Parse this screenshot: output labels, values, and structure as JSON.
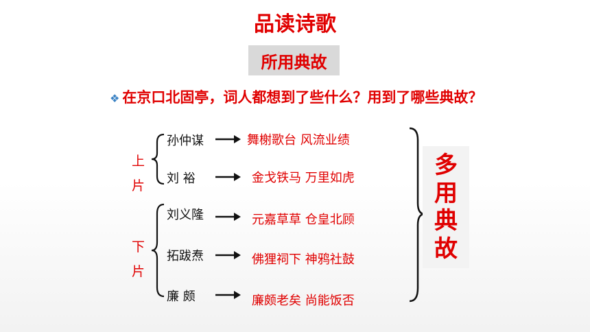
{
  "title": "品读诗歌",
  "subtitle": "所用典故",
  "question": "在京口北固亭，词人都想到了些什么？用到了哪些典故？",
  "upper": {
    "label_1": "上",
    "label_2": "片",
    "rows": [
      {
        "name": "孙仲谋",
        "allusion": "舞榭歌台  风流业绩"
      },
      {
        "name": "刘  裕",
        "allusion": "金戈铁马  万里如虎"
      }
    ]
  },
  "lower": {
    "label_1": "下",
    "label_2": "片",
    "rows": [
      {
        "name": "刘义隆",
        "allusion": "元嘉草草  仓皇北顾"
      },
      {
        "name": "拓跋焘",
        "allusion": "佛狸祠下   神鸦社鼓"
      },
      {
        "name": "廉  颇",
        "allusion": "廉颇老矣  尚能饭否"
      }
    ]
  },
  "conclusion": [
    "多",
    "用",
    "典",
    "故"
  ],
  "colors": {
    "accent": "#e00000",
    "diamond": "#3a82c4"
  }
}
